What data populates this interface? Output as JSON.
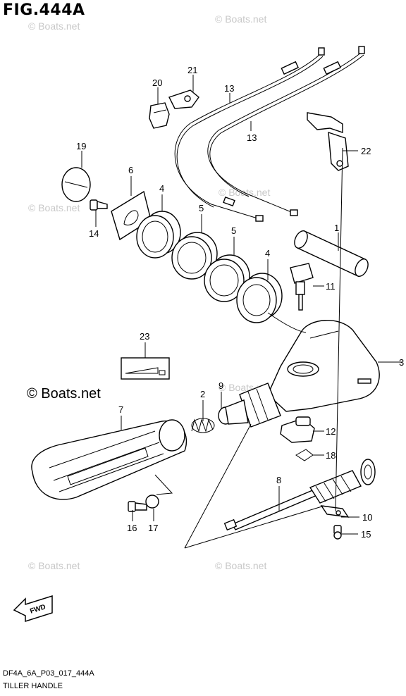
{
  "figure_title": "FIG.444A",
  "watermarks": [
    "© Boats.net",
    "© Boats.net",
    "© Boats.net",
    "© Boats.net",
    "© Boats.net",
    "© Boats.net",
    "© Boats.net",
    "© Boats.net"
  ],
  "fwd_label": "FWD",
  "footer_code": "DF4A_6A_P03_017_444A",
  "footer_name": "TILLER HANDLE",
  "callouts": [
    "1",
    "2",
    "3",
    "4",
    "4",
    "5",
    "5",
    "6",
    "7",
    "8",
    "9",
    "10",
    "11",
    "12",
    "13",
    "13",
    "14",
    "15",
    "16",
    "17",
    "18",
    "19",
    "20",
    "21",
    "22",
    "23"
  ]
}
